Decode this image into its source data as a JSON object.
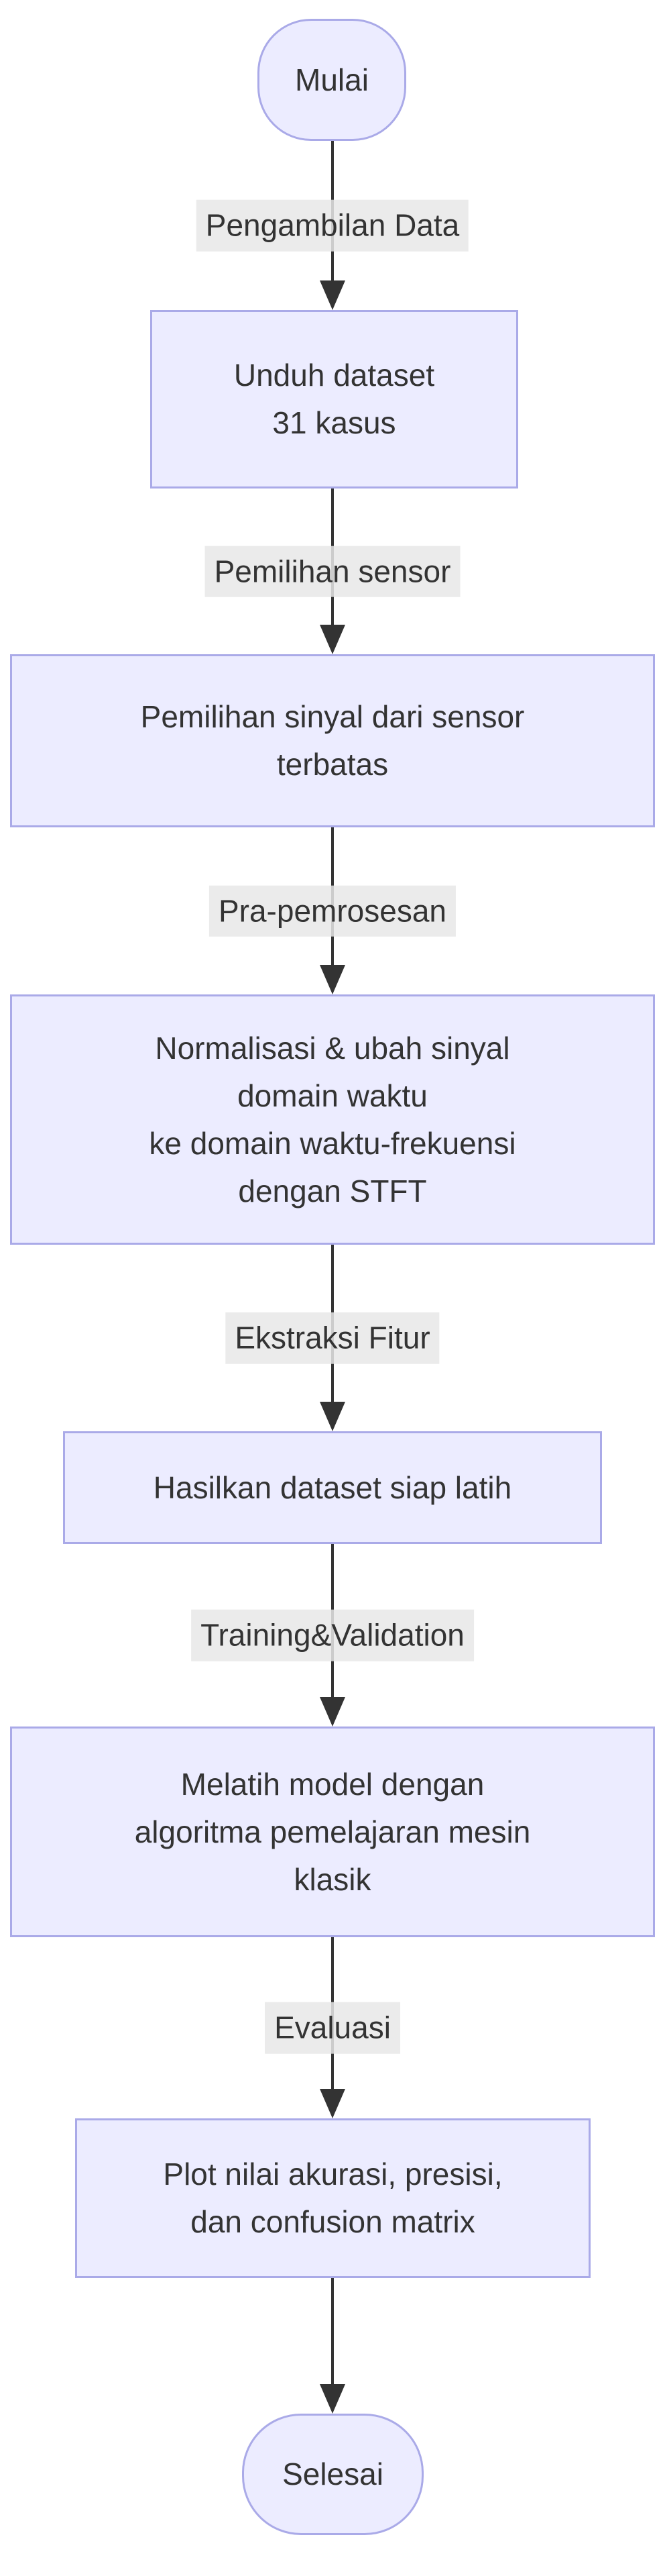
{
  "flow": {
    "type": "flowchart",
    "direction": "top-down",
    "nodes": [
      {
        "id": "start",
        "shape": "stadium",
        "label": "Mulai"
      },
      {
        "id": "download",
        "shape": "rect",
        "label": "Unduh dataset\n31 kasus"
      },
      {
        "id": "select",
        "shape": "rect",
        "label": "Pemilihan sinyal dari sensor\nterbatas"
      },
      {
        "id": "preprocess",
        "shape": "rect",
        "label": "Normalisasi & ubah sinyal\ndomain waktu\nke domain waktu-frekuensi\ndengan STFT"
      },
      {
        "id": "dataset",
        "shape": "rect",
        "label": "Hasilkan dataset siap latih"
      },
      {
        "id": "train",
        "shape": "rect",
        "label": "Melatih model dengan\nalgoritma pemelajaran mesin\nklasik"
      },
      {
        "id": "plot",
        "shape": "rect",
        "label": "Plot nilai akurasi, presisi,\ndan confusion matrix"
      },
      {
        "id": "end",
        "shape": "stadium",
        "label": "Selesai"
      }
    ],
    "edges": [
      {
        "from": "start",
        "to": "download",
        "label": "Pengambilan Data"
      },
      {
        "from": "download",
        "to": "select",
        "label": "Pemilihan sensor"
      },
      {
        "from": "select",
        "to": "preprocess",
        "label": "Pra-pemrosesan"
      },
      {
        "from": "preprocess",
        "to": "dataset",
        "label": "Ekstraksi Fitur"
      },
      {
        "from": "dataset",
        "to": "train",
        "label": "Training&Validation"
      },
      {
        "from": "train",
        "to": "plot",
        "label": "Evaluasi"
      },
      {
        "from": "plot",
        "to": "end",
        "label": ""
      }
    ],
    "colors": {
      "node_fill": "#ECECFF",
      "node_border": "#AAAAE8",
      "text": "#333333",
      "arrow": "#333333",
      "edge_label_bg": "#E8E8E8",
      "background": "#FFFFFF"
    }
  }
}
